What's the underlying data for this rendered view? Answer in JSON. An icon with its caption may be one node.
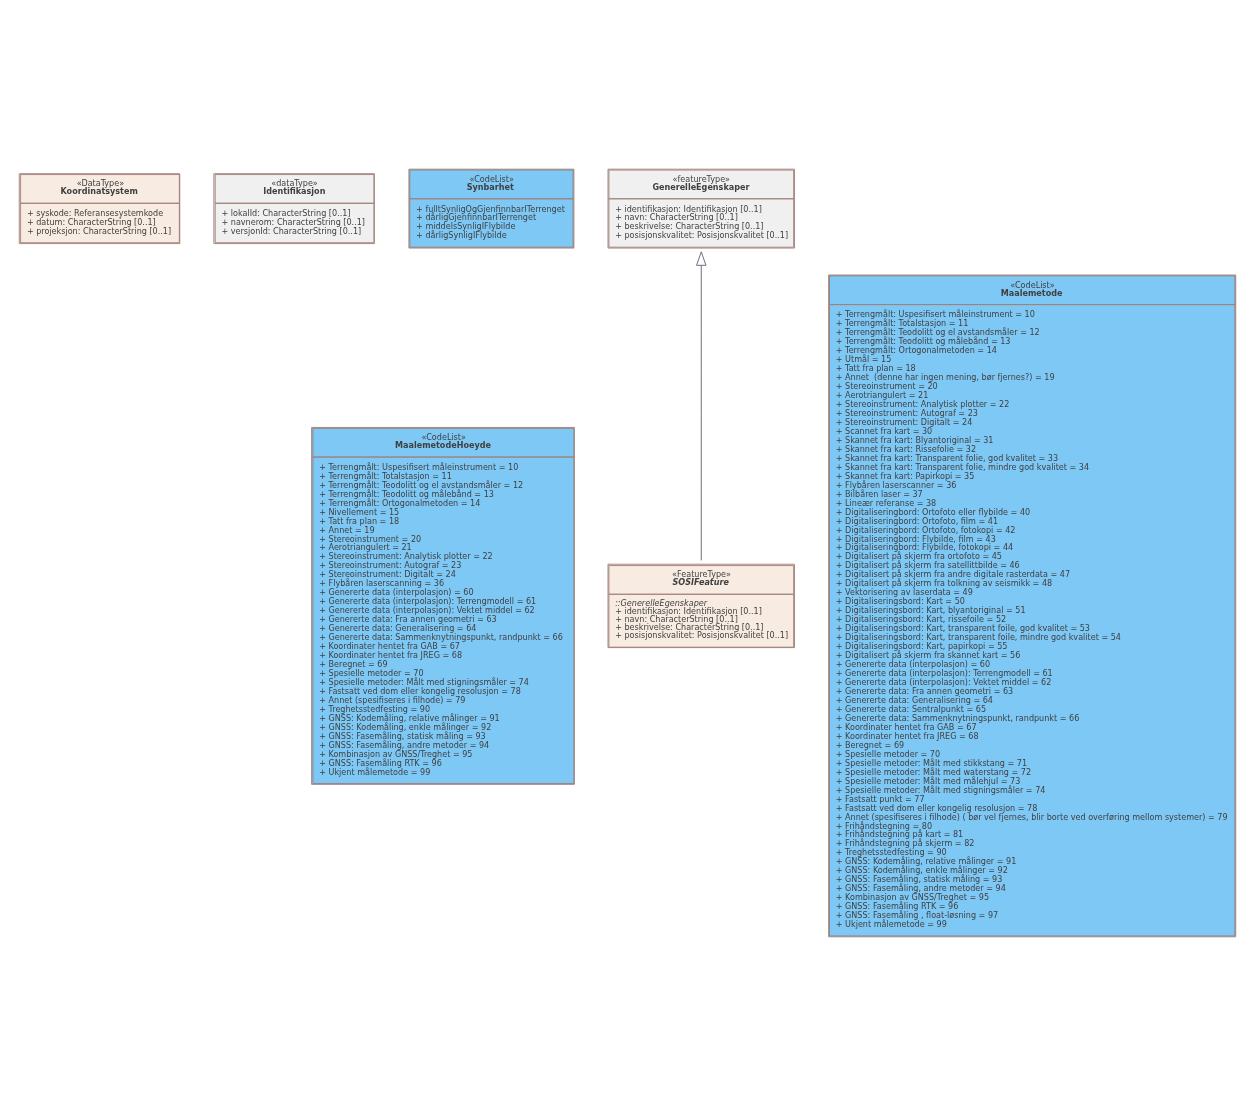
{
  "diagram": {
    "nodes": [
      {
        "text": [
          "«DataType»",
          "Koordinatsystem",
          "+ syskode: Referansesystemkode",
          "+ datum: CharacterString [0..1]",
          "+ projeksjon: CharacterString [0..1]"
        ]
      },
      {
        "text": [
          "«dataType»",
          "Identifikasjon",
          "+ lokalId: CharacterString [0..1]",
          "+ navnerom: CharacterString [0..1]",
          "+ versjonId: CharacterString [0..1]"
        ]
      },
      {
        "text": [
          "«CodeList»",
          "MaalemetodeHoeyde",
          "+ Terrengmålt: Uspesifisert måleinstrument = 10",
          "+ Terrengmålt: Totalstasjon = 11",
          "+ Terrengmålt: Teodolitt og el avstandsmåler = 12",
          "+ Terrengmålt: Teodolitt og målebånd = 13",
          "+ Terrengmålt: Ortogonalmetoden = 14",
          "+ Nivellement = 15",
          "+ Tatt fra plan = 18",
          "+ Annet = 19",
          "+ Stereoinstrument = 20",
          "+ Aerotriangulert = 21",
          "+ Stereoinstrument: Analytisk plotter = 22",
          "+ Stereoinstrument: Autograf = 23",
          "+ Stereoinstrument: Digitalt = 24",
          "+ Flybåren laserscanning = 36",
          "+ Genererte data (interpolasjon) = 60",
          "+ Genererte data (interpolasjon): Terrengmodell = 61",
          "+ Genererte data (interpolasjon): Vektet middel = 62",
          "+ Genererte data: Fra annen geometri = 63",
          "+ Genererte data: Generalisering = 64",
          "+ Genererte data: Sammenknytningspunkt, randpunkt = 66",
          "+ Koordinater hentet fra GAB = 67",
          "+ Koordinater hentet fra JREG = 68",
          "+ Beregnet = 69",
          "+ Spesielle metoder = 70",
          "+ Spesielle metoder: Målt med stigningsmåler = 74",
          "+ Fastsatt ved dom eller kongelig resolusjon = 78",
          "+ Annet (spesifiseres i filhode) = 79",
          "+ Treghetsstedfesting = 90",
          "+ GNSS: Kodemåling, relative målinger = 91",
          "+ GNSS: Kodemåling, enkle målinger = 92",
          "+ GNSS: Fasemåling, statisk måling = 93",
          "+ GNSS: Fasemåling, andre metoder = 94",
          "+ Kombinasjon av GNSS/Treghet = 95",
          "+ GNSS: Fasemåling RTK = 96",
          "+ Ukjent målemetode = 99"
        ]
      },
      {
        "text": [
          "«CodeList»",
          "Synbarhet",
          "+ fulltSynligOgGjenfinnbarITerrenget",
          "+ dårligGjenfinnbarITerrenget",
          "+ middelsSynligIFlybilde",
          "+ dårligSynligIFlybilde"
        ]
      },
      {
        "text": [
          "«featureType»",
          "GenerelleEgenskaper",
          "+ identifikasjon: Identifikasjon [0..1]",
          "+ navn: CharacterString [0..1]",
          "+ beskrivelse: CharacterString [0..1]",
          "+ posisjonskvalitet: Posisjonskvalitet [0..1]"
        ]
      },
      {
        "text": [
          "«CodeList»",
          "Maalemetode",
          "+ Terrengmålt: Uspesifisert måleinstrument = 10",
          "+ Terrengmålt: Totalstasjon = 11",
          "+ Terrengmålt: Teodolitt og el avstandsmåler = 12",
          "+ Terrengmålt: Teodolitt og målebånd = 13",
          "+ Terrengmålt: Ortogonalmetoden = 14",
          "+ Utmål = 15",
          "+ Tatt fra plan = 18",
          "+ Annet  (denne har ingen mening, bør fjernes?) = 19",
          "+ Stereoinstrument = 20",
          "+ Aerotriangulert = 21",
          "+ Stereoinstrument: Analytisk plotter = 22",
          "+ Stereoinstrument: Autograf = 23",
          "+ Stereoinstrument: Digitalt = 24",
          "+ Scannet fra kart = 30",
          "+ Skannet fra kart: Blyantoriginal = 31",
          "+ Skannet fra kart: Rissefolie = 32",
          "+ Skannet fra kart: Transparent folie, god kvalitet = 33",
          "+ Skannet fra kart: Transparent folie, mindre god kvalitet = 34",
          "+ Skannet fra kart: Papirkopi = 35",
          "+ Flybåren laserscanner = 36",
          "+ Bilbåren laser = 37",
          "+ Lineær referanse = 38",
          "+ Digitaliseringbord: Ortofoto eller flybilde = 40",
          "+ Digitaliseringbord: Ortofoto, film = 41",
          "+ Digitaliseringbord: Ortofoto, fotokopi = 42",
          "+ Digitaliseringbord: Flybilde, film = 43",
          "+ Digitaliseringbord: Flybilde, fotokopi = 44",
          "+ Digitalisert på skjerm fra ortofoto = 45",
          "+ Digitalisert på skjerm fra satellittbilde = 46",
          "+ Digitalisert på skjerm fra andre digitale rasterdata = 47",
          "+ Digitalisert på skjerm fra tolkning av seismikk = 48",
          "+ Vektorisering av laserdata = 49",
          "+ Digitaliseringsbord: Kart = 50",
          "+ Digitaliseringsbord: Kart, blyantoriginal = 51",
          "+ Digitaliseringsbord: Kart, rissefoile = 52",
          "+ Digitaliseringsbord: Kart, transparent foile, god kvalitet = 53",
          "+ Digitaliseringsbord: Kart, transparent foile, mindre god kvalitet = 54",
          "+ Digitaliseringsbord: Kart, papirkopi = 55",
          "+ Digitalisert på skjerm fra skannet kart = 56",
          "+ Genererte data (interpolasjon) = 60",
          "+ Genererte data (interpolasjon): Terrengmodell = 61",
          "+ Genererte data (interpolasjon): Vektet middel = 62",
          "+ Genererte data: Fra annen geometri = 63",
          "+ Genererte data: Generalisering = 64",
          "+ Genererte data: Sentralpunkt = 65",
          "+ Genererte data: Sammenknytningspunkt, randpunkt = 66",
          "+ Koordinater hentet fra GAB = 67",
          "+ Koordinater hentet fra JREG = 68",
          "+ Beregnet = 69",
          "+ Spesielle metoder = 70",
          "+ Spesielle metoder: Målt med stikkstang = 71",
          "+ Spesielle metoder: Målt med waterstang = 72",
          "+ Spesielle metoder: Målt med målehjul = 73",
          "+ Spesielle metoder: Målt med stigningsmåler = 74",
          "+ Fastsatt punkt = 77",
          "+ Fastsatt ved dom eller kongelig resolusjon = 78",
          "+ Annet (spesifiseres i filhode) ( bør vel fjernes, blir borte ved overføring mellom systemer) = 79",
          "+ Frihåndstegning = 80",
          "+ Frihåndstegning på kart = 81",
          "+ Frihåndstegning på skjerm = 82",
          "+ Treghetsstedfesting = 90",
          "+ GNSS: Kodemåling, relative målinger = 91",
          "+ GNSS: Kodemåling, enkle målinger = 92",
          "+ GNSS: Fasemåling, statisk måling = 93",
          "+ GNSS: Fasemåling, andre metoder = 94",
          "+ Kombinasjon av GNSS/Treghet = 95",
          "+ GNSS: Fasemåling RTK = 96",
          "+ GNSS: Fasemåling , float-løsning = 97",
          "+ Ukjent målemetode = 99"
        ]
      },
      {
        "text": [
          "«FeatureType»",
          "SOSIFeature",
          "::GenerelleEgenskaper",
          "+ identifikasjon: Identifikasjon [0..1]",
          "+ navn: CharacterString [0..1]",
          "+ beskrivelse: CharacterString [0..1]",
          "+ posisjonskvalitet: Posisjonskvalitet [0..1]"
        ]
      }
    ],
    "edges": [
      {
        "from": 6,
        "to": 4,
        "arrow": "to"
      }
    ]
  }
}
